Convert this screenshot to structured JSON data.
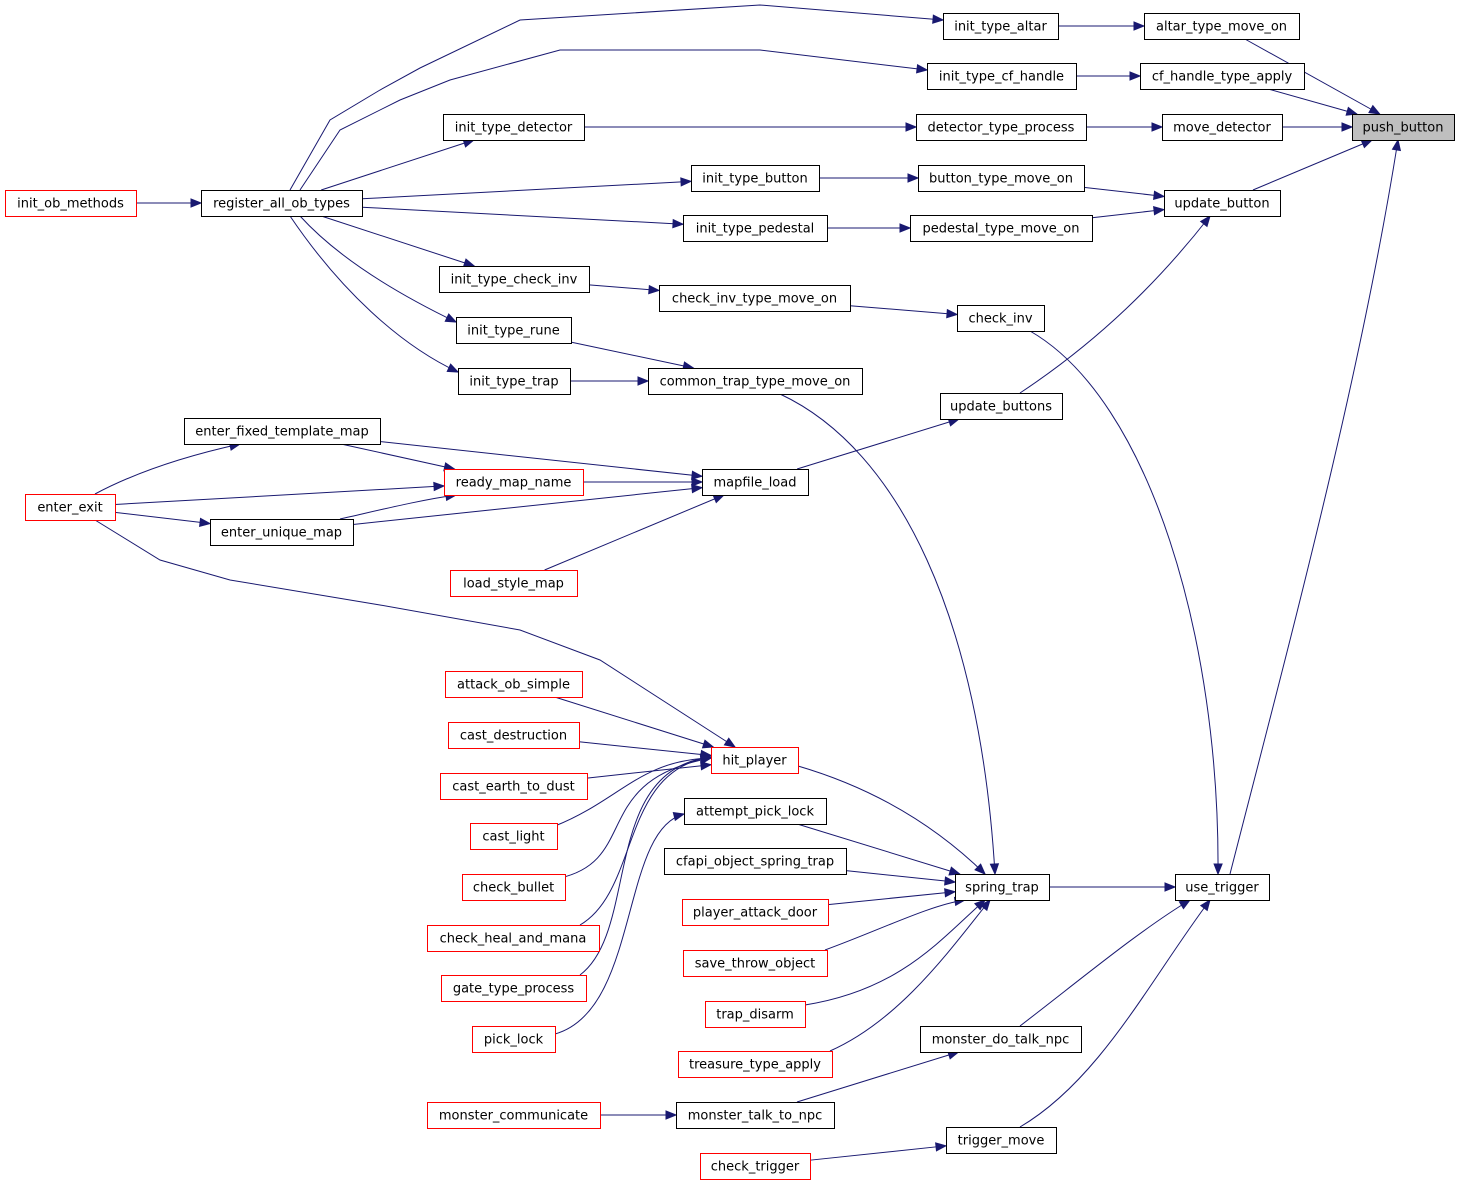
{
  "colors": {
    "edge": "#191970",
    "border_black": "#000000",
    "border_red": "#ff0000",
    "highlight_fill": "#bfbfbf",
    "node_fill": "#ffffff"
  },
  "nodes": [
    {
      "id": "push_button",
      "label": "push_button",
      "border": "black",
      "highlight": true
    },
    {
      "id": "altar_type_move_on",
      "label": "altar_type_move_on",
      "border": "black"
    },
    {
      "id": "cf_handle_type_apply",
      "label": "cf_handle_type_apply",
      "border": "black"
    },
    {
      "id": "move_detector",
      "label": "move_detector",
      "border": "black"
    },
    {
      "id": "update_button",
      "label": "update_button",
      "border": "black"
    },
    {
      "id": "use_trigger",
      "label": "use_trigger",
      "border": "black"
    },
    {
      "id": "init_type_altar",
      "label": "init_type_altar",
      "border": "black"
    },
    {
      "id": "init_type_cf_handle",
      "label": "init_type_cf_handle",
      "border": "black"
    },
    {
      "id": "detector_type_process",
      "label": "detector_type_process",
      "border": "black"
    },
    {
      "id": "button_type_move_on",
      "label": "button_type_move_on",
      "border": "black"
    },
    {
      "id": "pedestal_type_move_on",
      "label": "pedestal_type_move_on",
      "border": "black"
    },
    {
      "id": "check_inv",
      "label": "check_inv",
      "border": "black"
    },
    {
      "id": "update_buttons",
      "label": "update_buttons",
      "border": "black"
    },
    {
      "id": "spring_trap",
      "label": "spring_trap",
      "border": "black"
    },
    {
      "id": "monster_do_talk_npc",
      "label": "monster_do_talk_npc",
      "border": "black"
    },
    {
      "id": "trigger_move",
      "label": "trigger_move",
      "border": "black"
    },
    {
      "id": "init_type_detector",
      "label": "init_type_detector",
      "border": "black"
    },
    {
      "id": "init_type_button",
      "label": "init_type_button",
      "border": "black"
    },
    {
      "id": "init_type_pedestal",
      "label": "init_type_pedestal",
      "border": "black"
    },
    {
      "id": "check_inv_type_move_on",
      "label": "check_inv_type_move_on",
      "border": "black"
    },
    {
      "id": "common_trap_type_move_on",
      "label": "common_trap_type_move_on",
      "border": "black"
    },
    {
      "id": "mapfile_load",
      "label": "mapfile_load",
      "border": "black"
    },
    {
      "id": "hit_player",
      "label": "hit_player",
      "border": "red"
    },
    {
      "id": "attempt_pick_lock",
      "label": "attempt_pick_lock",
      "border": "black"
    },
    {
      "id": "cfapi_object_spring_trap",
      "label": "cfapi_object_spring_trap",
      "border": "black"
    },
    {
      "id": "player_attack_door",
      "label": "player_attack_door",
      "border": "red"
    },
    {
      "id": "save_throw_object",
      "label": "save_throw_object",
      "border": "red"
    },
    {
      "id": "trap_disarm",
      "label": "trap_disarm",
      "border": "red"
    },
    {
      "id": "treasure_type_apply",
      "label": "treasure_type_apply",
      "border": "red"
    },
    {
      "id": "monster_talk_to_npc",
      "label": "monster_talk_to_npc",
      "border": "black"
    },
    {
      "id": "check_trigger",
      "label": "check_trigger",
      "border": "red"
    },
    {
      "id": "register_all_ob_types",
      "label": "register_all_ob_types",
      "border": "black"
    },
    {
      "id": "init_type_check_inv",
      "label": "init_type_check_inv",
      "border": "black"
    },
    {
      "id": "init_type_rune",
      "label": "init_type_rune",
      "border": "black"
    },
    {
      "id": "init_type_trap",
      "label": "init_type_trap",
      "border": "black"
    },
    {
      "id": "enter_fixed_template_map",
      "label": "enter_fixed_template_map",
      "border": "black"
    },
    {
      "id": "ready_map_name",
      "label": "ready_map_name",
      "border": "red"
    },
    {
      "id": "enter_unique_map",
      "label": "enter_unique_map",
      "border": "black"
    },
    {
      "id": "load_style_map",
      "label": "load_style_map",
      "border": "red"
    },
    {
      "id": "attack_ob_simple",
      "label": "attack_ob_simple",
      "border": "red"
    },
    {
      "id": "cast_destruction",
      "label": "cast_destruction",
      "border": "red"
    },
    {
      "id": "cast_earth_to_dust",
      "label": "cast_earth_to_dust",
      "border": "red"
    },
    {
      "id": "cast_light",
      "label": "cast_light",
      "border": "red"
    },
    {
      "id": "check_bullet",
      "label": "check_bullet",
      "border": "red"
    },
    {
      "id": "check_heal_and_mana",
      "label": "check_heal_and_mana",
      "border": "red"
    },
    {
      "id": "gate_type_process",
      "label": "gate_type_process",
      "border": "red"
    },
    {
      "id": "pick_lock",
      "label": "pick_lock",
      "border": "red"
    },
    {
      "id": "monster_communicate",
      "label": "monster_communicate",
      "border": "red"
    },
    {
      "id": "init_ob_methods",
      "label": "init_ob_methods",
      "border": "red"
    },
    {
      "id": "enter_exit",
      "label": "enter_exit",
      "border": "red"
    }
  ],
  "edges": [
    [
      "altar_type_move_on",
      "push_button"
    ],
    [
      "cf_handle_type_apply",
      "push_button"
    ],
    [
      "move_detector",
      "push_button"
    ],
    [
      "update_button",
      "push_button"
    ],
    [
      "use_trigger",
      "push_button"
    ],
    [
      "init_type_altar",
      "altar_type_move_on"
    ],
    [
      "register_all_ob_types",
      "init_type_altar"
    ],
    [
      "init_type_cf_handle",
      "cf_handle_type_apply"
    ],
    [
      "register_all_ob_types",
      "init_type_cf_handle"
    ],
    [
      "detector_type_process",
      "move_detector"
    ],
    [
      "init_type_detector",
      "detector_type_process"
    ],
    [
      "register_all_ob_types",
      "init_type_detector"
    ],
    [
      "button_type_move_on",
      "update_button"
    ],
    [
      "pedestal_type_move_on",
      "update_button"
    ],
    [
      "update_buttons",
      "update_button"
    ],
    [
      "init_type_button",
      "button_type_move_on"
    ],
    [
      "register_all_ob_types",
      "init_type_button"
    ],
    [
      "init_type_pedestal",
      "pedestal_type_move_on"
    ],
    [
      "register_all_ob_types",
      "init_type_pedestal"
    ],
    [
      "init_ob_methods",
      "register_all_ob_types"
    ],
    [
      "mapfile_load",
      "update_buttons"
    ],
    [
      "enter_fixed_template_map",
      "mapfile_load"
    ],
    [
      "ready_map_name",
      "mapfile_load"
    ],
    [
      "enter_unique_map",
      "mapfile_load"
    ],
    [
      "load_style_map",
      "mapfile_load"
    ],
    [
      "enter_exit",
      "enter_fixed_template_map"
    ],
    [
      "enter_fixed_template_map",
      "ready_map_name"
    ],
    [
      "enter_exit",
      "ready_map_name"
    ],
    [
      "enter_unique_map",
      "ready_map_name"
    ],
    [
      "enter_exit",
      "enter_unique_map"
    ],
    [
      "check_inv",
      "use_trigger"
    ],
    [
      "spring_trap",
      "use_trigger"
    ],
    [
      "monster_do_talk_npc",
      "use_trigger"
    ],
    [
      "trigger_move",
      "use_trigger"
    ],
    [
      "check_inv_type_move_on",
      "check_inv"
    ],
    [
      "init_type_check_inv",
      "check_inv_type_move_on"
    ],
    [
      "register_all_ob_types",
      "init_type_check_inv"
    ],
    [
      "common_trap_type_move_on",
      "spring_trap"
    ],
    [
      "init_type_rune",
      "common_trap_type_move_on"
    ],
    [
      "init_type_trap",
      "common_trap_type_move_on"
    ],
    [
      "register_all_ob_types",
      "init_type_rune"
    ],
    [
      "register_all_ob_types",
      "init_type_trap"
    ],
    [
      "hit_player",
      "spring_trap"
    ],
    [
      "attempt_pick_lock",
      "spring_trap"
    ],
    [
      "cfapi_object_spring_trap",
      "spring_trap"
    ],
    [
      "player_attack_door",
      "spring_trap"
    ],
    [
      "save_throw_object",
      "spring_trap"
    ],
    [
      "trap_disarm",
      "spring_trap"
    ],
    [
      "treasure_type_apply",
      "spring_trap"
    ],
    [
      "enter_exit",
      "hit_player"
    ],
    [
      "attack_ob_simple",
      "hit_player"
    ],
    [
      "cast_destruction",
      "hit_player"
    ],
    [
      "cast_earth_to_dust",
      "hit_player"
    ],
    [
      "cast_light",
      "hit_player"
    ],
    [
      "check_bullet",
      "hit_player"
    ],
    [
      "check_heal_and_mana",
      "hit_player"
    ],
    [
      "gate_type_process",
      "hit_player"
    ],
    [
      "pick_lock",
      "attempt_pick_lock"
    ],
    [
      "monster_talk_to_npc",
      "monster_do_talk_npc"
    ],
    [
      "monster_communicate",
      "monster_talk_to_npc"
    ],
    [
      "check_trigger",
      "trigger_move"
    ]
  ]
}
